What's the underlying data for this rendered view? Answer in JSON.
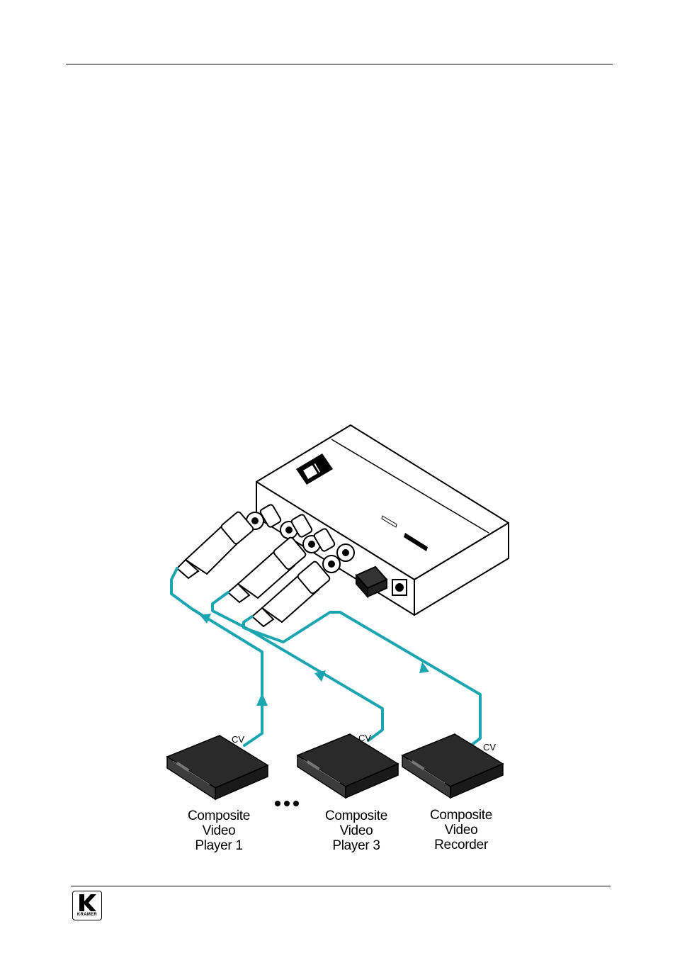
{
  "devices": [
    {
      "line1": "Composite",
      "line2": "Video",
      "line3": "Player 1",
      "port": "CV"
    },
    {
      "line1": "Composite",
      "line2": "Video",
      "line3": "Player 3",
      "port": "CV"
    },
    {
      "line1": "Composite",
      "line2": "Video",
      "line3": "Recorder",
      "port": "CV"
    }
  ],
  "footer": {
    "logo_text": "KRAMER"
  },
  "colors": {
    "cable": "#1aa5b0",
    "outline": "#000000"
  },
  "icons": [
    "kramer-logo-icon",
    "bnc-connector-icon",
    "video-player-icon",
    "video-recorder-icon",
    "arrow-icon"
  ]
}
